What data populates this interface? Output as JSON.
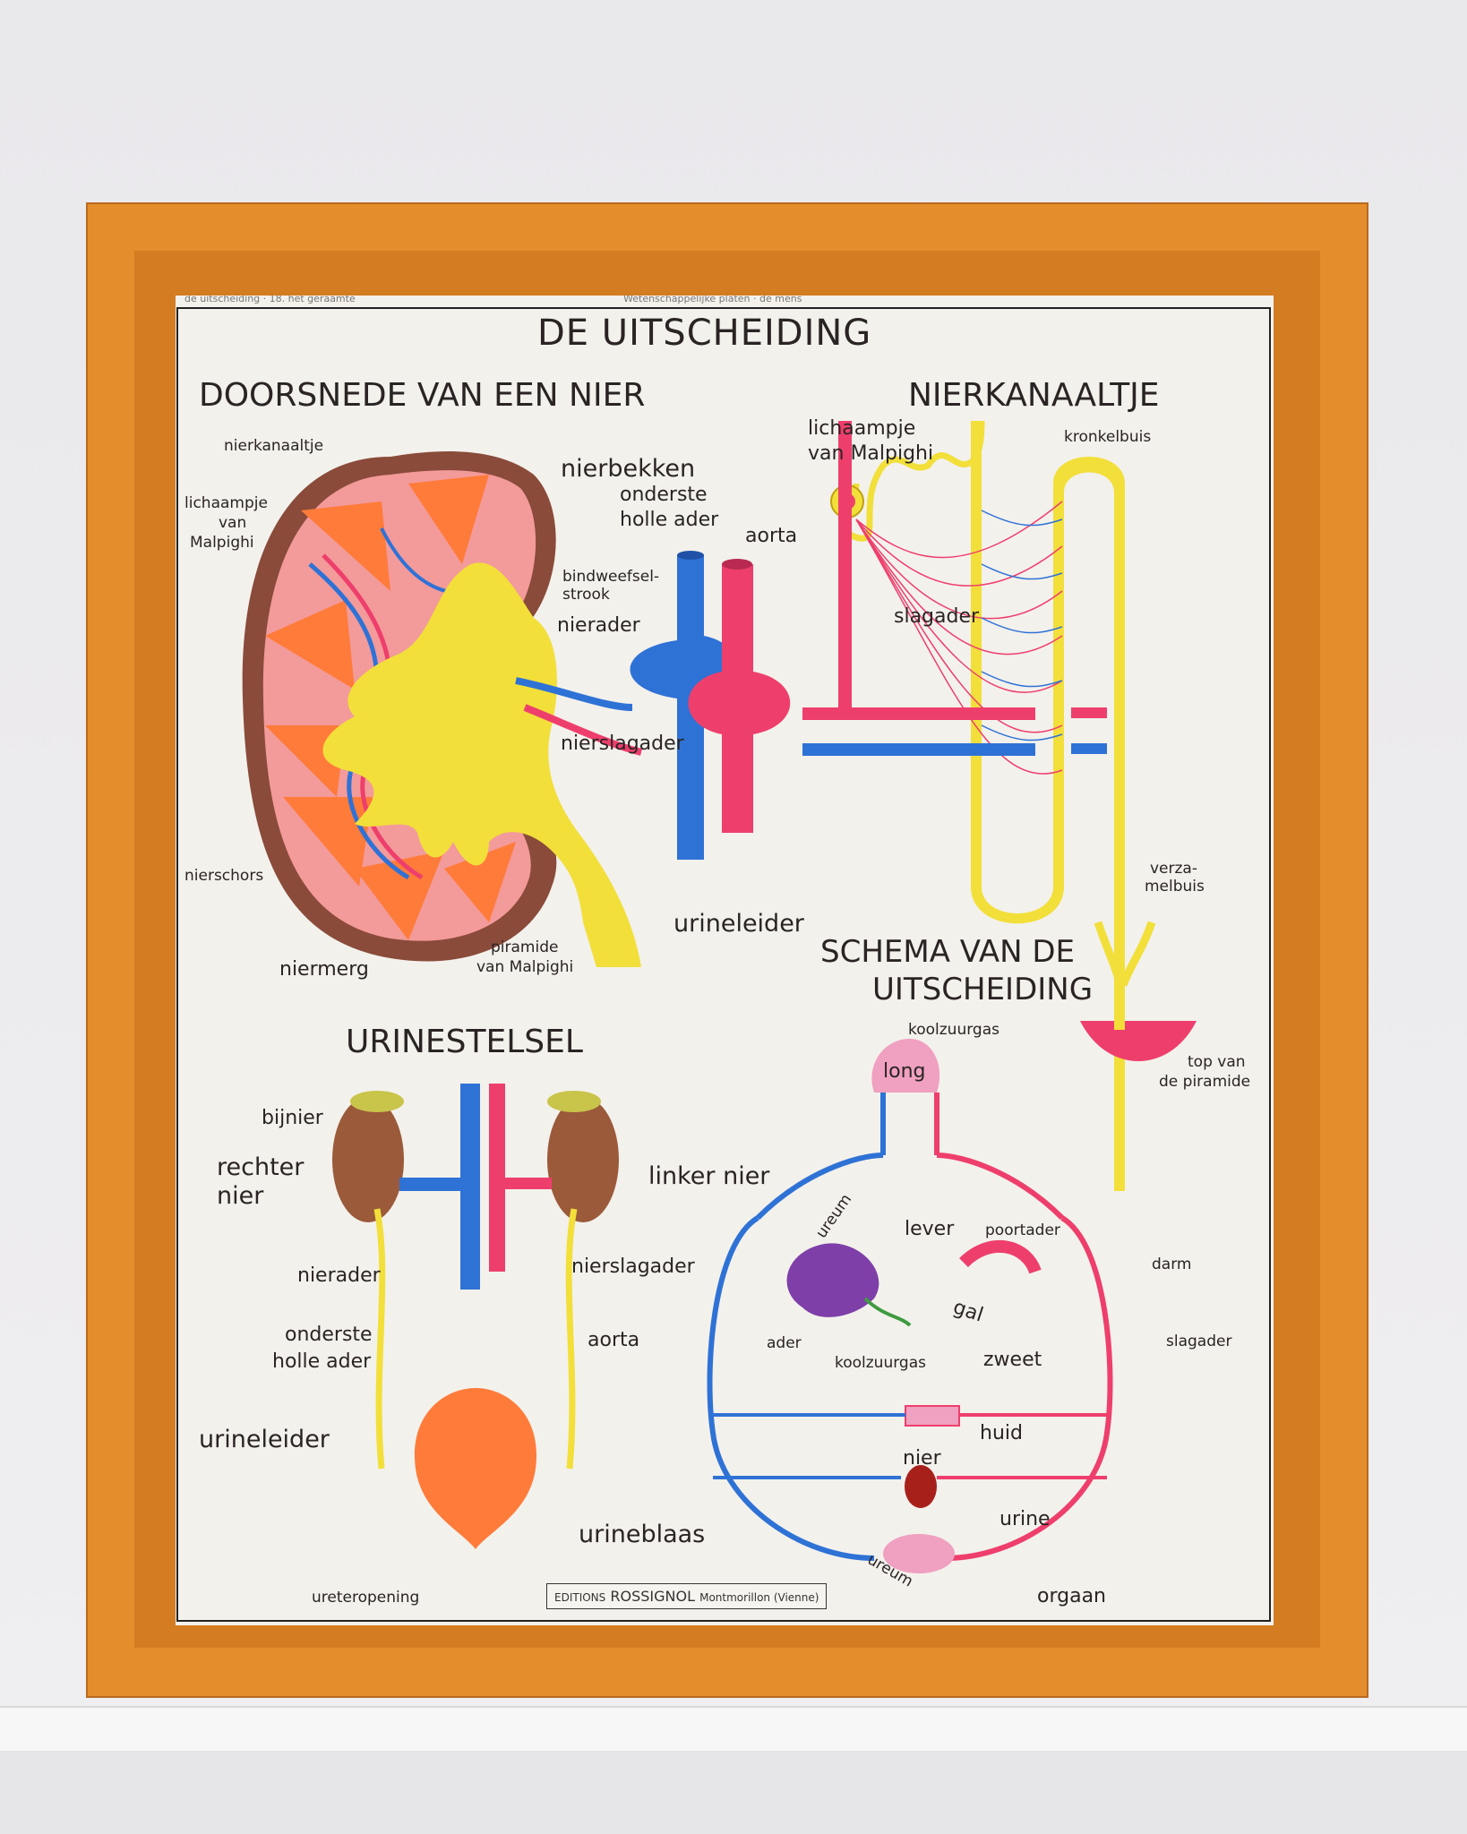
{
  "header": {
    "top_left": "de uitscheiding · 18. het geraamte",
    "top_right": "Wetenschappelijke platen · de mens"
  },
  "title": "DE UITSCHEIDING",
  "kidney_section": {
    "title": "DOORSNEDE VAN EEN NIER",
    "labels": {
      "nierkanaaltje": "nierkanaaltje",
      "lichaampje1": "lichaampje",
      "lichaampje2": "van",
      "lichaampje3": "Malpighi",
      "nierbekken": "nierbekken",
      "onderste": "onderste",
      "holle_ader": "holle ader",
      "aorta": "aorta",
      "bindweefsel": "bindweefsel-",
      "strook": "strook",
      "nierader": "nierader",
      "nierslagader": "nierslagader",
      "nierschors": "nierschors",
      "niermerg": "niermerg",
      "piramide": "piramide",
      "van_malpighi": "van Malpighi",
      "urineleider": "urineleider"
    }
  },
  "tubule_section": {
    "title": "NIERKANAALTJE",
    "labels": {
      "lichaampje": "lichaampje",
      "van_malpighi": "van Malpighi",
      "kronkelbuis": "kronkelbuis",
      "slagader": "slagader",
      "verza": "verza-",
      "melbuis": "melbuis",
      "top_van": "top  van",
      "de_piramide": "de  piramide"
    }
  },
  "urinary_section": {
    "title": "URINESTELSEL",
    "labels": {
      "bijnier": "bijnier",
      "rechter": "rechter",
      "nier": "nier",
      "linker_nier": "linker nier",
      "nierader": "nierader",
      "nierslagader": "nierslagader",
      "onderste": "onderste",
      "holle_ader": "holle ader",
      "aorta": "aorta",
      "urineleider": "urineleider",
      "urineblaas": "urineblaas",
      "ureteropening": "ureteropening"
    }
  },
  "scheme_section": {
    "title_line1": "SCHEMA VAN DE",
    "title_line2": "UITSCHEIDING",
    "labels": {
      "koolzuurgas_top": "koolzuurgas",
      "long": "long",
      "ureum_top": "ureum",
      "lever": "lever",
      "poortader": "poortader",
      "darm": "darm",
      "gal": "gal",
      "ader": "ader",
      "slagader": "slagader",
      "koolzuurgas": "koolzuurgas",
      "zweet": "zweet",
      "huid": "huid",
      "nier": "nier",
      "urine": "urine",
      "ureum_bottom": "ureum",
      "orgaan": "orgaan"
    }
  },
  "publisher": {
    "editions": "EDITIONS",
    "name": "ROSSIGNOL",
    "place": "Montmorillon  (Vienne)"
  },
  "colors": {
    "artery": "#ee3f6c",
    "vein": "#2f72d6",
    "ureter": "#f2df3a",
    "cortex": "#ff7b3a",
    "capsule": "#8a4b3a",
    "frame": "#e48d2c"
  }
}
